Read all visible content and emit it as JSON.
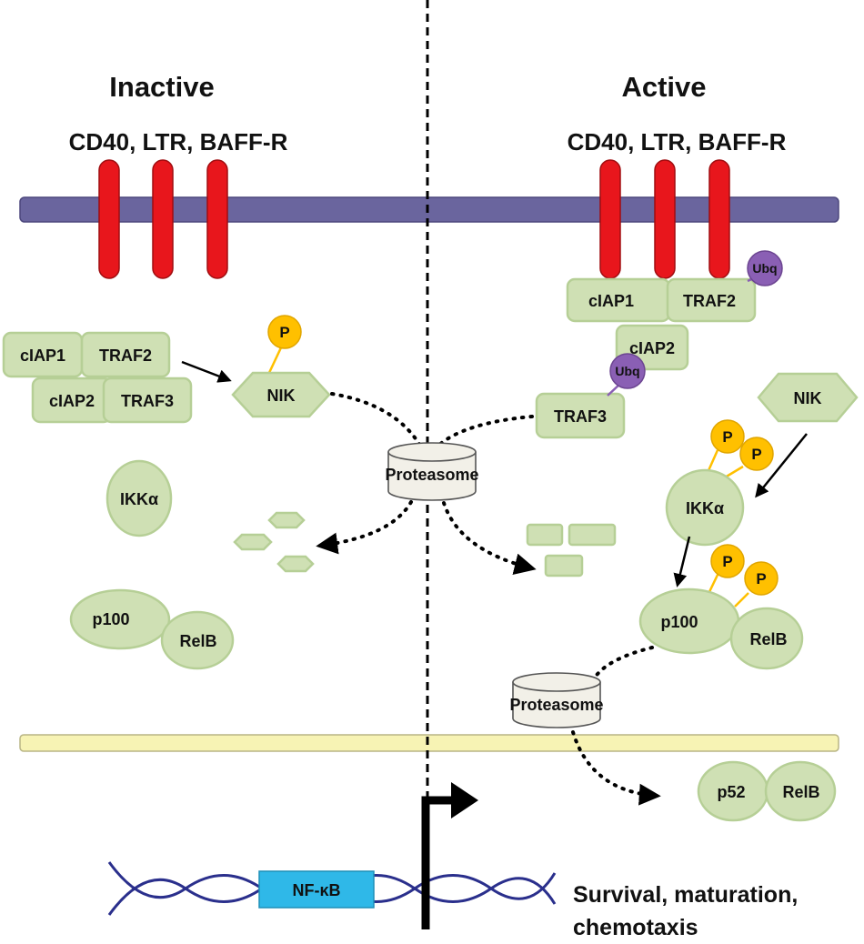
{
  "panels": {
    "inactive": {
      "title": "Inactive",
      "receptors": "CD40, LTR, BAFF-R",
      "complex": [
        "cIAP1",
        "TRAF2",
        "cIAP2",
        "TRAF3"
      ],
      "nik": "NIK",
      "ikk": "IKKα",
      "p100": "p100",
      "relb": "RelB"
    },
    "active": {
      "title": "Active",
      "receptors": "CD40, LTR, BAFF-R",
      "ciap1": "cIAP1",
      "traf2": "TRAF2",
      "ciap2": "cIAP2",
      "traf3": "TRAF3",
      "nik": "NIK",
      "ikk": "IKKα",
      "p100": "p100",
      "relb": "RelB",
      "p52": "p52",
      "relb2": "RelB"
    }
  },
  "labels": {
    "phospho": "P",
    "ubiquitin": "Ubq",
    "proteasome": "Proteasome",
    "nfkb": "NF-κB",
    "outcome_line1": "Survival, maturation,",
    "outcome_line2": "chemotaxis"
  },
  "colors": {
    "receptor": "#e8161c",
    "cell_membrane": "#6a659e",
    "nuclear_membrane": "#f7f3b4",
    "protein": "#cfe0b4",
    "phospho": "#ffc000",
    "ubiquitin": "#8a5fb4",
    "nfkb_box": "#2fb8e8",
    "dna": "#2a2f8c"
  }
}
